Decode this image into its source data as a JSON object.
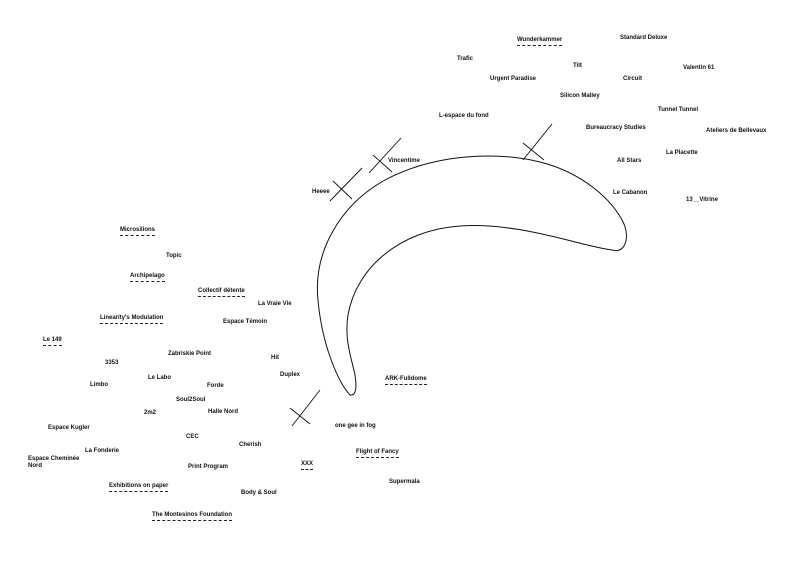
{
  "colors": {
    "ink": "#111111",
    "background": "#ffffff"
  },
  "labels": {
    "wunderkammer": "Wunderkammer",
    "standard_deluxe": "Standard Deluxe",
    "trafic": "Trafic",
    "tilt": "Tilt",
    "valentin_61": "Valentin 61",
    "urgent_paradise": "Urgent Paradise",
    "circuit": "Circuit",
    "silicon_malley": "Silicon Malley",
    "tunnel_tunnel": "Tunnel Tunnel",
    "l_espace_du_fond": "L-espace du fond",
    "bureaucracy_studies": "Bureaucracy Studies",
    "ateliers_de_bellevaux": "Ateliers de Bellevaux",
    "la_placette": "La Placette",
    "vincentime": "Vincentime",
    "all_stars": "All Stars",
    "heeee": "Heeee",
    "le_cabanon": "Le Cabanon",
    "13_vitrine": "13__Vitrine",
    "microsilions": "Microsilions",
    "topic": "Topic",
    "archipelago": "Archipelago",
    "collectif_detente": "Collectif détente",
    "la_vraie_vie": "La Vraie Vie",
    "linearitys_modulation": "Linearity's Modulation",
    "espace_temoin": "Espace Témoin",
    "le_149": "Le 149",
    "zabriskie_point": "Zabriskie Point",
    "hit": "Hit",
    "3353": "3353",
    "duplex": "Duplex",
    "le_labo": "Le Labo",
    "ark_fulldome": "ARK-Fulldome",
    "limbo": "Limbo",
    "forde": "Forde",
    "soul2soul": "Soul2Soul",
    "2m2": "2m2",
    "halle_nord": "Halle Nord",
    "espace_kugler": "Espace Kugler",
    "one_gee_in_fog": "one gee in fog",
    "cec": "CEC",
    "cherish": "Cherish",
    "la_fonderie": "La Fonderie",
    "flight_of_fancy": "Flight of Fancy",
    "espace_cheminee_nord": "Espace Cheminée Nord",
    "print_program": "Print Program",
    "xxx": "XXX",
    "supermala": "Supermala",
    "exhibitions_on_paper": "Exhibitions on paper",
    "body_and_soul": "Body & Soul",
    "the_montesinos_foundation": "The Montesinos Foundation"
  }
}
